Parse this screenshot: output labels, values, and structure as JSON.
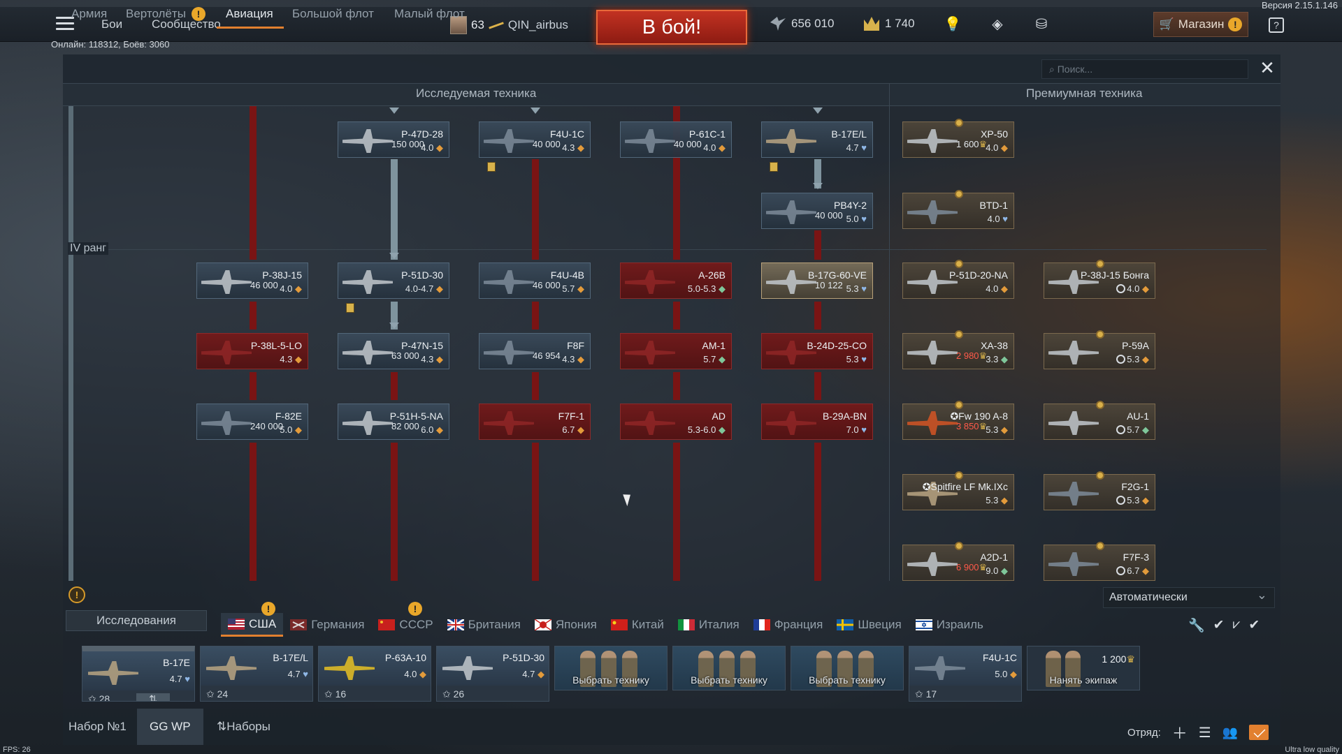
{
  "version": "Версия 2.15.1.146",
  "top": {
    "battles": "Бои",
    "community": "Сообщество",
    "player_level": "63",
    "player_name": "QIN_airbus",
    "fight_button": "В бой!",
    "silver_lions": "656 010",
    "golden_eagles": "1 740",
    "shop": "Магазин",
    "help": "?",
    "online": "Онлайн: 118312, Боёв: 3060"
  },
  "tabs": [
    "Армия",
    "Вертолёты",
    "Авиация",
    "Большой флот",
    "Малый флот"
  ],
  "search_placeholder": "Поиск...",
  "headers": {
    "research": "Исследуемая техника",
    "premium": "Премиумная техника",
    "rank": "IV ранг"
  },
  "research_tree": [
    {
      "name": "P-47D-28",
      "cost": "150 000",
      "br": "4.0"
    },
    {
      "name": "F4U-1C",
      "cost": "40 000",
      "br": "4.3"
    },
    {
      "name": "P-61C-1",
      "cost": "40 000",
      "br": "4.0"
    },
    {
      "name": "B-17E/L",
      "cost": "",
      "br": "4.7"
    },
    {
      "name": "PB4Y-2",
      "cost": "40 000",
      "br": "5.0"
    },
    {
      "name": "P-38J-15",
      "cost": "46 000",
      "br": "4.0"
    },
    {
      "name": "P-51D-30",
      "cost": "",
      "br": "4.0-4.7"
    },
    {
      "name": "F4U-4B",
      "cost": "46 000",
      "br": "5.7"
    },
    {
      "name": "A-26B",
      "cost": "",
      "br": "5.0-5.3"
    },
    {
      "name": "B-17G-60-VE",
      "cost": "10 122",
      "br": "5.3"
    },
    {
      "name": "P-38L-5-LO",
      "cost": "",
      "br": "4.3"
    },
    {
      "name": "P-47N-15",
      "cost": "63 000",
      "br": "4.3"
    },
    {
      "name": "F8F",
      "cost": "46 954",
      "br": "4.3"
    },
    {
      "name": "AM-1",
      "cost": "",
      "br": "5.7"
    },
    {
      "name": "B-24D-25-CO",
      "cost": "",
      "br": "5.3"
    },
    {
      "name": "F-82E",
      "cost": "240 000",
      "br": "5.0"
    },
    {
      "name": "P-51H-5-NA",
      "cost": "82 000",
      "br": "6.0"
    },
    {
      "name": "F7F-1",
      "cost": "",
      "br": "6.7"
    },
    {
      "name": "AD",
      "cost": "",
      "br": "5.3-6.0"
    },
    {
      "name": "B-29A-BN",
      "cost": "",
      "br": "7.0"
    }
  ],
  "premium_tree": [
    {
      "name": "XP-50",
      "cost": "1 600",
      "br": "4.0"
    },
    {
      "name": "BTD-1",
      "cost": "",
      "br": "4.0"
    },
    {
      "name": "P-51D-20-NA",
      "cost": "",
      "br": "4.0"
    },
    {
      "name": "P-38J-15 Бонга",
      "cost": "",
      "br": "4.0"
    },
    {
      "name": "XA-38",
      "cost": "2 980",
      "br": "3.3"
    },
    {
      "name": "P-59A",
      "cost": "",
      "br": "5.3"
    },
    {
      "name": "Fw 190 A-8",
      "cost": "3 850",
      "br": "5.3"
    },
    {
      "name": "AU-1",
      "cost": "",
      "br": "5.7"
    },
    {
      "name": "Spitfire LF Mk.IXc",
      "cost": "",
      "br": "5.3"
    },
    {
      "name": "F2G-1",
      "cost": "",
      "br": "5.3"
    },
    {
      "name": "A2D-1",
      "cost": "6 900",
      "br": "9.0"
    },
    {
      "name": "F7F-3",
      "cost": "",
      "br": "6.7"
    }
  ],
  "bottom": {
    "research_button": "Исследования",
    "mode_select": "Автоматически",
    "nations": [
      "США",
      "Германия",
      "СССР",
      "Британия",
      "Япония",
      "Китай",
      "Италия",
      "Франция",
      "Швеция",
      "Израиль"
    ]
  },
  "crew_slots": [
    {
      "name": "B-17E",
      "br": "4.7",
      "crew": "28"
    },
    {
      "name": "B-17E/L",
      "br": "4.7",
      "crew": "24"
    },
    {
      "name": "P-63A-10",
      "br": "4.0",
      "crew": "16"
    },
    {
      "name": "P-51D-30",
      "br": "4.7",
      "crew": "26"
    },
    {
      "choose": "Выбрать технику"
    },
    {
      "choose": "Выбрать технику"
    },
    {
      "choose": "Выбрать технику"
    },
    {
      "name": "F4U-1C",
      "br": "5.0",
      "crew": "17"
    },
    {
      "choose": "Нанять экипаж",
      "cost": "1 200"
    }
  ],
  "footer": {
    "preset1": "Набор №1",
    "preset2": "GG WP",
    "presets": "Наборы",
    "squad": "Отряд:"
  },
  "fps": "FPS: 26",
  "quality": "Ultra low quality"
}
